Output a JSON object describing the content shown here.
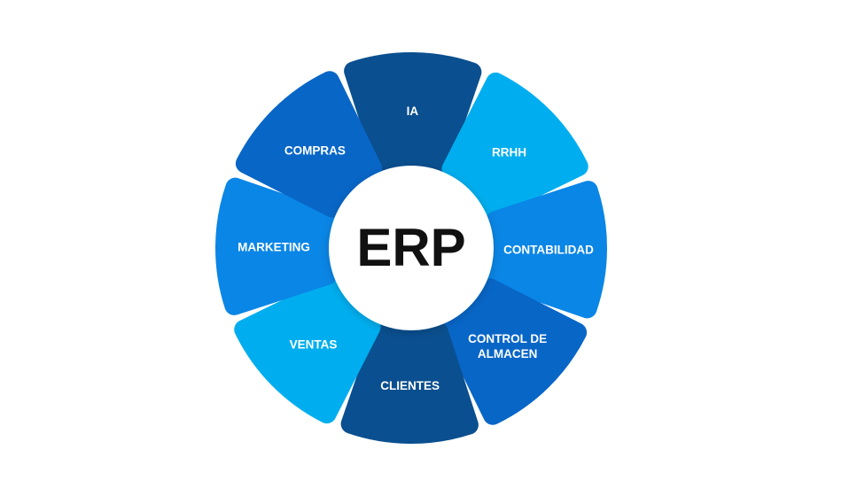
{
  "center": {
    "label": "ERP"
  },
  "segments": [
    {
      "lines": [
        "IA"
      ],
      "color": "#0a4f8f"
    },
    {
      "lines": [
        "RRHH"
      ],
      "color": "#00aeef"
    },
    {
      "lines": [
        "CONTABILIDAD"
      ],
      "color": "#0a86e6"
    },
    {
      "lines": [
        "CONTROL DE",
        "ALMACEN"
      ],
      "color": "#0866c7"
    },
    {
      "lines": [
        "CLIENTES"
      ],
      "color": "#0a4f8f"
    },
    {
      "lines": [
        "VENTAS"
      ],
      "color": "#00aeef"
    },
    {
      "lines": [
        "MARKETING"
      ],
      "color": "#0a86e6"
    },
    {
      "lines": [
        "COMPRAS"
      ],
      "color": "#0866c7"
    }
  ]
}
